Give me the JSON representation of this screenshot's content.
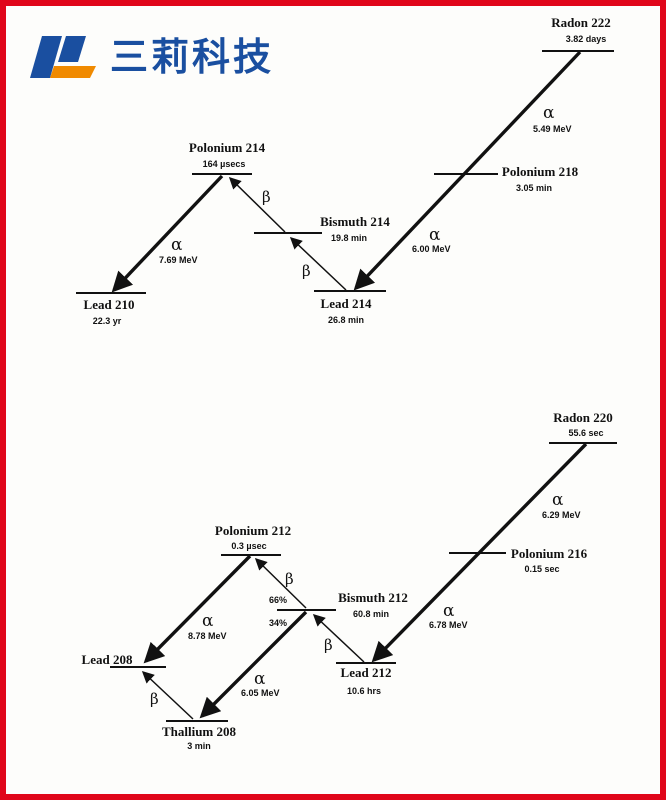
{
  "logo": {
    "text": "三莉科技",
    "colors": {
      "blue": "#1a4fa0",
      "orange": "#f08a00"
    }
  },
  "frame_color": "#e0061a",
  "chain_a": {
    "radon": {
      "name": "Radon 222",
      "half_life": "3.82 days"
    },
    "polonium218": {
      "name": "Polonium 218",
      "half_life": "3.05 min"
    },
    "lead214": {
      "name": "Lead 214",
      "half_life": "26.8 min"
    },
    "bismuth214": {
      "name": "Bismuth 214",
      "half_life": "19.8 min"
    },
    "polonium214": {
      "name": "Polonium 214",
      "half_life": "164 µsecs"
    },
    "lead210": {
      "name": "Lead 210",
      "half_life": "22.3 yr"
    },
    "decays": {
      "rn_po": {
        "symbol": "α",
        "energy": "5.49 MeV"
      },
      "po_pb": {
        "symbol": "α",
        "energy": "6.00 MeV"
      },
      "pb_bi": {
        "symbol": "β"
      },
      "bi_po": {
        "symbol": "β"
      },
      "po_pb210": {
        "symbol": "α",
        "energy": "7.69 MeV"
      }
    }
  },
  "chain_b": {
    "radon": {
      "name": "Radon 220",
      "half_life": "55.6 sec"
    },
    "polonium216": {
      "name": "Polonium 216",
      "half_life": "0.15 sec"
    },
    "lead212": {
      "name": "Lead 212",
      "half_life": "10.6 hrs"
    },
    "bismuth212": {
      "name": "Bismuth 212",
      "half_life": "60.8 min",
      "branch_beta": "66%",
      "branch_alpha": "34%"
    },
    "polonium212": {
      "name": "Polonium 212",
      "half_life": "0.3 µsec"
    },
    "thallium208": {
      "name": "Thallium 208",
      "half_life": "3 min"
    },
    "lead208": {
      "name": "Lead 208"
    },
    "decays": {
      "rn_po": {
        "symbol": "α",
        "energy": "6.29 MeV"
      },
      "po_pb": {
        "symbol": "α",
        "energy": "6.78 MeV"
      },
      "pb_bi": {
        "symbol": "β"
      },
      "bi_po": {
        "symbol": "β"
      },
      "po_pb208": {
        "symbol": "α",
        "energy": "8.78 MeV"
      },
      "bi_tl": {
        "symbol": "α",
        "energy": "6.05 MeV"
      },
      "tl_pb": {
        "symbol": "β"
      }
    }
  }
}
